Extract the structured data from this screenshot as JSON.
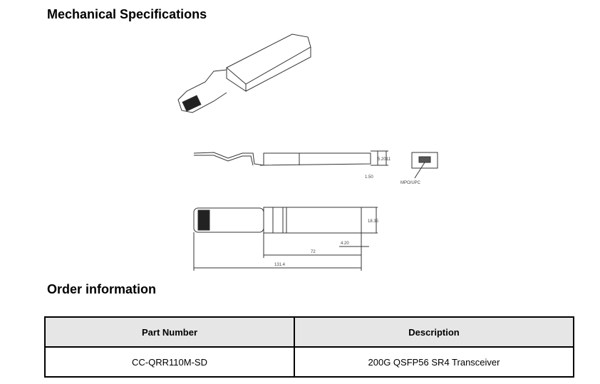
{
  "sections": {
    "mechanical_title": "Mechanical Specifications",
    "order_title": "Order information"
  },
  "drawing": {
    "dims": [
      "5.20",
      "11",
      "1.50",
      "MPO/UPC",
      "18.35",
      "4.20",
      "72",
      "131.4"
    ]
  },
  "table": {
    "headers": [
      "Part Number",
      "Description"
    ],
    "rows": [
      [
        "CC-QRR110M-SD",
        "200G QSFP56 SR4 Transceiver"
      ]
    ]
  }
}
